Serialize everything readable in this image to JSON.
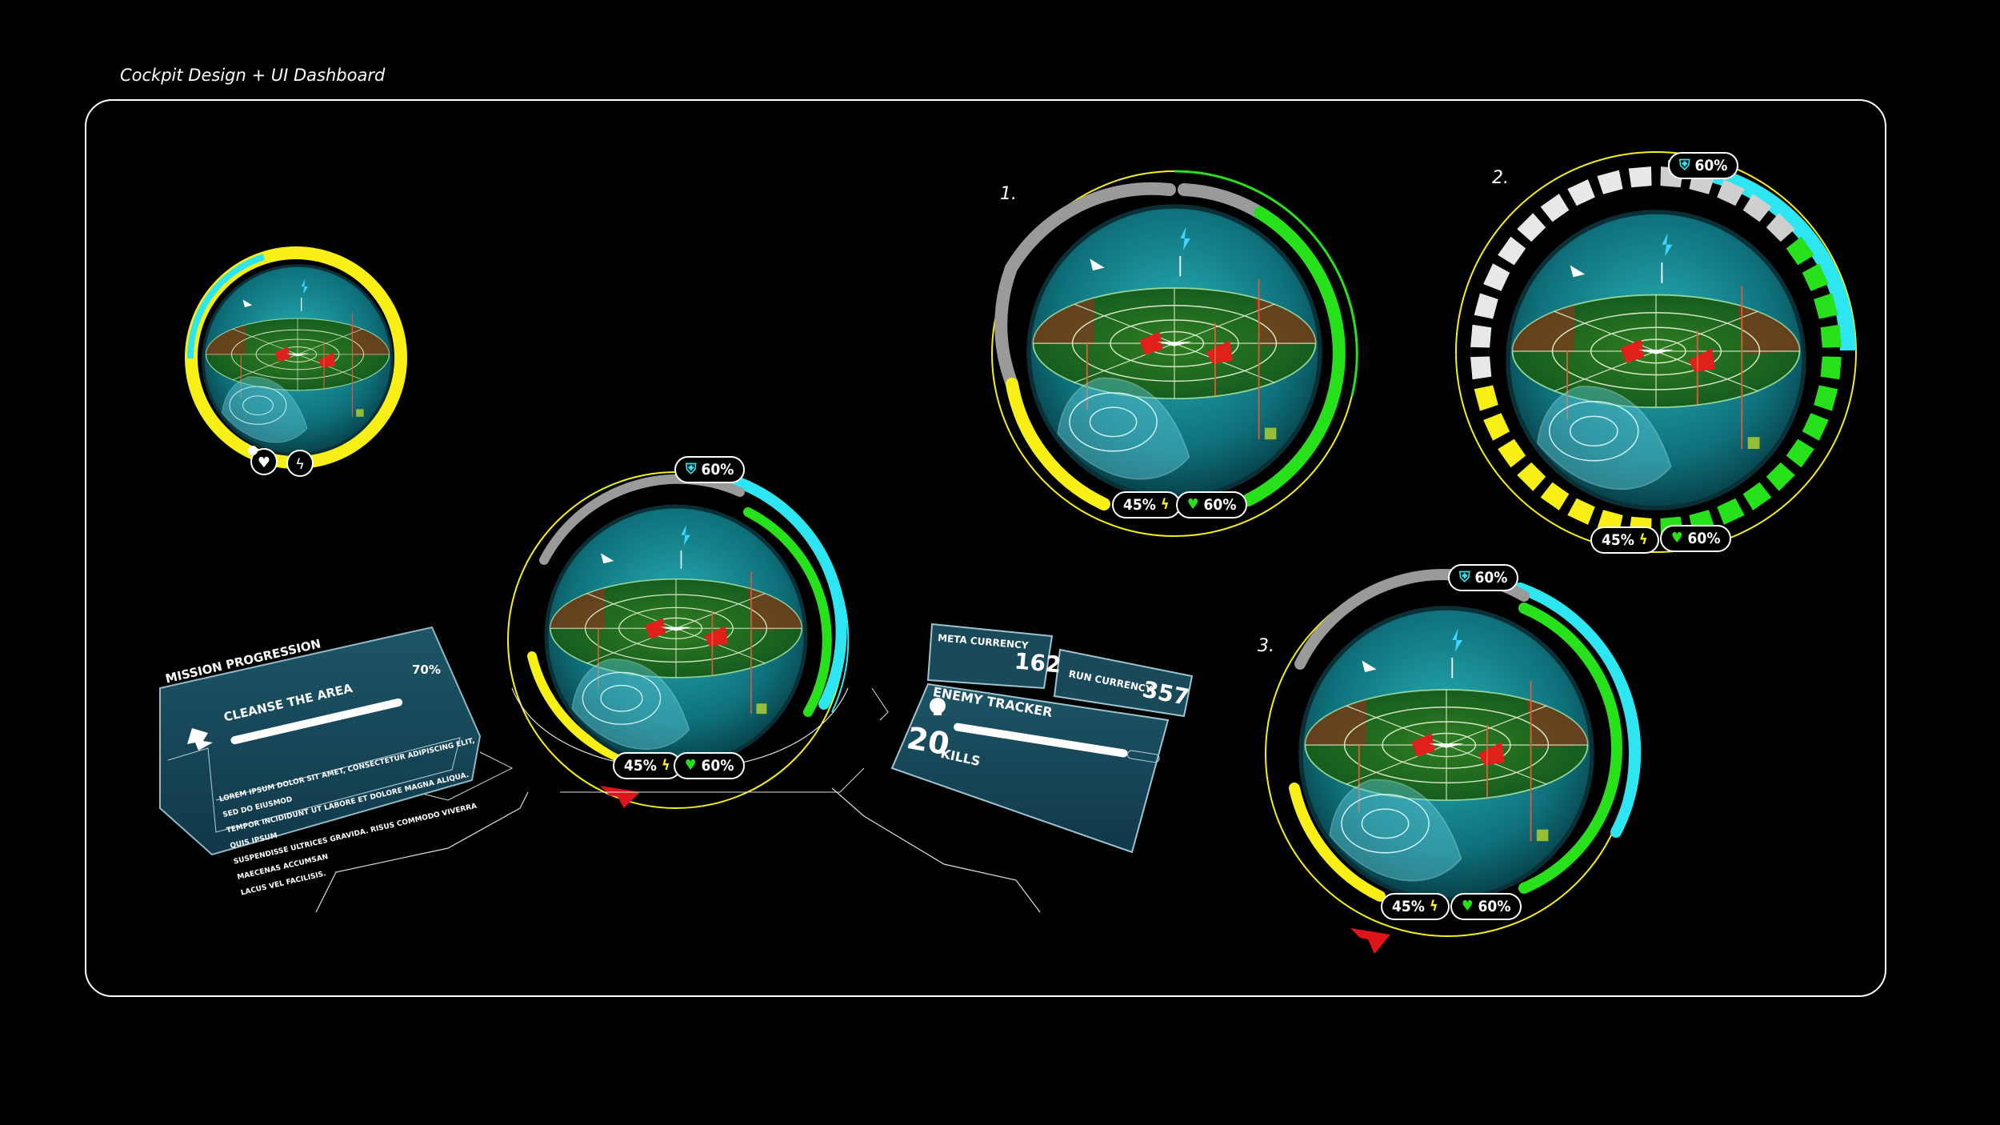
{
  "page": {
    "title": "Cockpit Design + UI Dashboard"
  },
  "variants": {
    "v1": "1.",
    "v2": "2.",
    "v3": "3."
  },
  "stats": {
    "energy": "45%",
    "health": "60%",
    "shield": "60%"
  },
  "mission_panel": {
    "heading": "MISSION PROGRESSION",
    "percent": "70%",
    "progress": 0.7,
    "objective": "CLEANSE THE AREA",
    "body_lines": [
      "LOREM IPSUM DOLOR SIT AMET, CONSECTETUR ADIPISCING ELIT, SED DO EIUSMOD",
      "TEMPOR INCIDIDUNT UT LABORE ET DOLORE MAGNA ALIQUA. QUIS IPSUM",
      "SUSPENDISSE ULTRICES GRAVIDA. RISUS COMMODO VIVERRA MAECENAS ACCUMSAN",
      "LACUS VEL FACILISIS."
    ]
  },
  "currency_panel": {
    "meta_label": "META CURRENCY",
    "meta_value": "162",
    "run_label": "RUN CURRENCY",
    "run_value": "357",
    "tracker_label": "ENEMY TRACKER",
    "kills_count": "20",
    "kills_label": "KILLS"
  },
  "colors": {
    "yellow": "#f7ef16",
    "green": "#27e11a",
    "cyan": "#2ee6f2",
    "grey": "#9a9a9a",
    "red": "#e0151b"
  },
  "icons": [
    "heart-icon",
    "lightning-icon",
    "shield-icon",
    "skull-icon",
    "eagle-icon",
    "jet-icon",
    "marker-icon"
  ]
}
